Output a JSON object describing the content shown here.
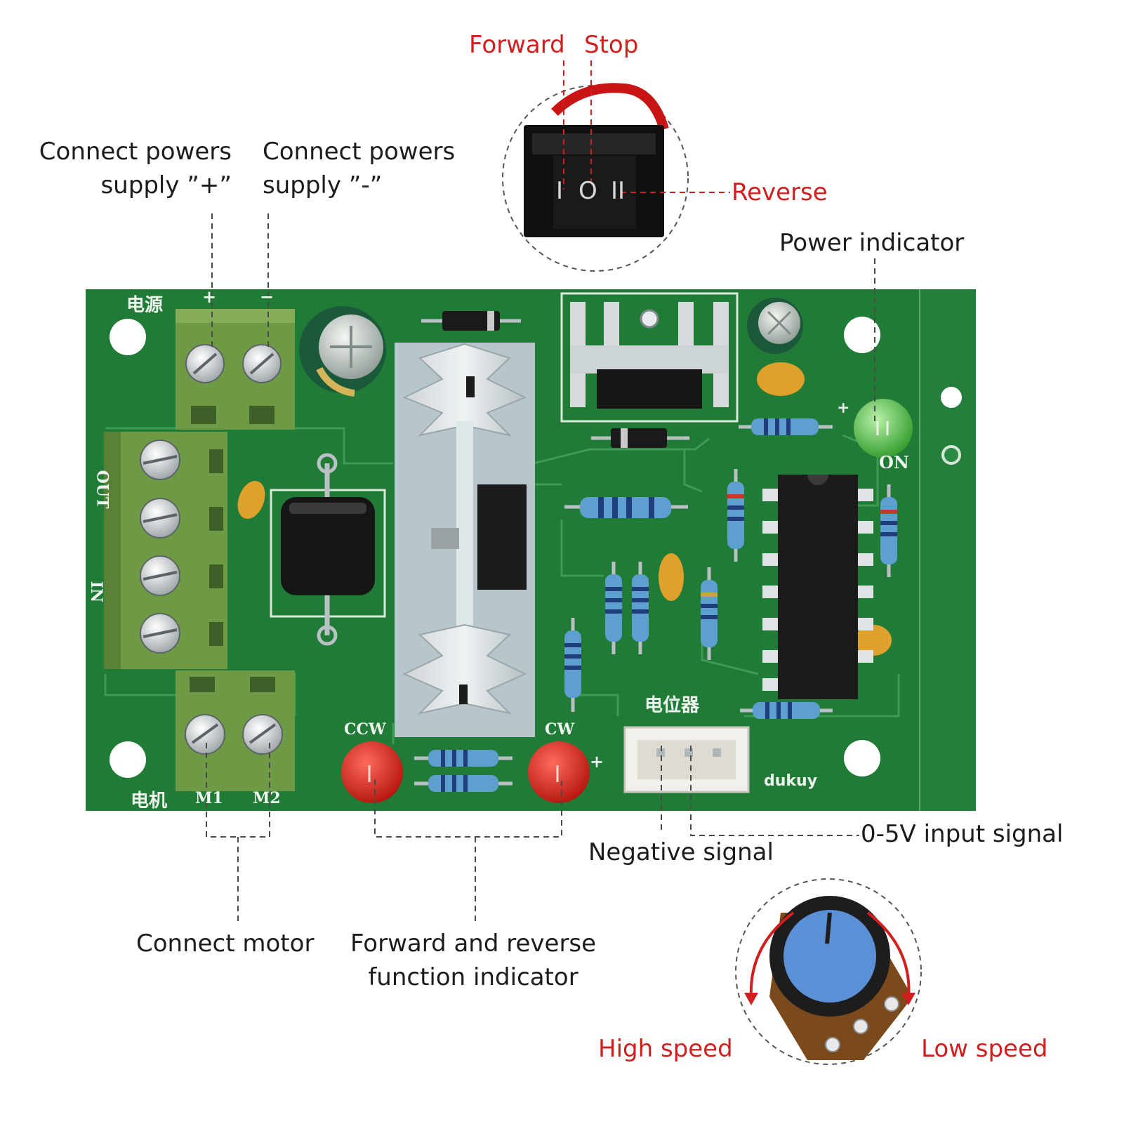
{
  "labels": {
    "power_plus": [
      "Connect powers",
      "supply ”+”"
    ],
    "power_minus": [
      "Connect powers",
      "supply ”-”"
    ],
    "forward": "Forward",
    "stop": "Stop",
    "reverse": "Reverse",
    "power_indicator": "Power indicator",
    "input_signal": "0-5V input signal",
    "negative_signal": "Negative signal",
    "connect_motor": "Connect motor",
    "fr_indicator": [
      "Forward and reverse",
      "function indicator"
    ],
    "high_speed": "High speed",
    "low_speed": "Low speed"
  },
  "pcb_silkscreen": {
    "power": "电源",
    "plus": "+",
    "minus": "−",
    "out": "OUT",
    "in": "IN",
    "on": "ON",
    "pot": "电位器",
    "motor": "电机",
    "m1": "M1",
    "m2": "M2",
    "ccw": "CCW",
    "cw": "CW",
    "led_plus": "+",
    "brand": "dukuy"
  },
  "switch_glyphs": {
    "forward_mark": "I",
    "stop_mark": "O",
    "reverse_mark": "II"
  },
  "colors": {
    "pcb": "#1e7a36",
    "callout_red": "#d11f1f",
    "terminal": "#6f9a45",
    "led_red": "#d4201a",
    "led_green": "#3fae3a",
    "knob": "#5b8fd6"
  }
}
